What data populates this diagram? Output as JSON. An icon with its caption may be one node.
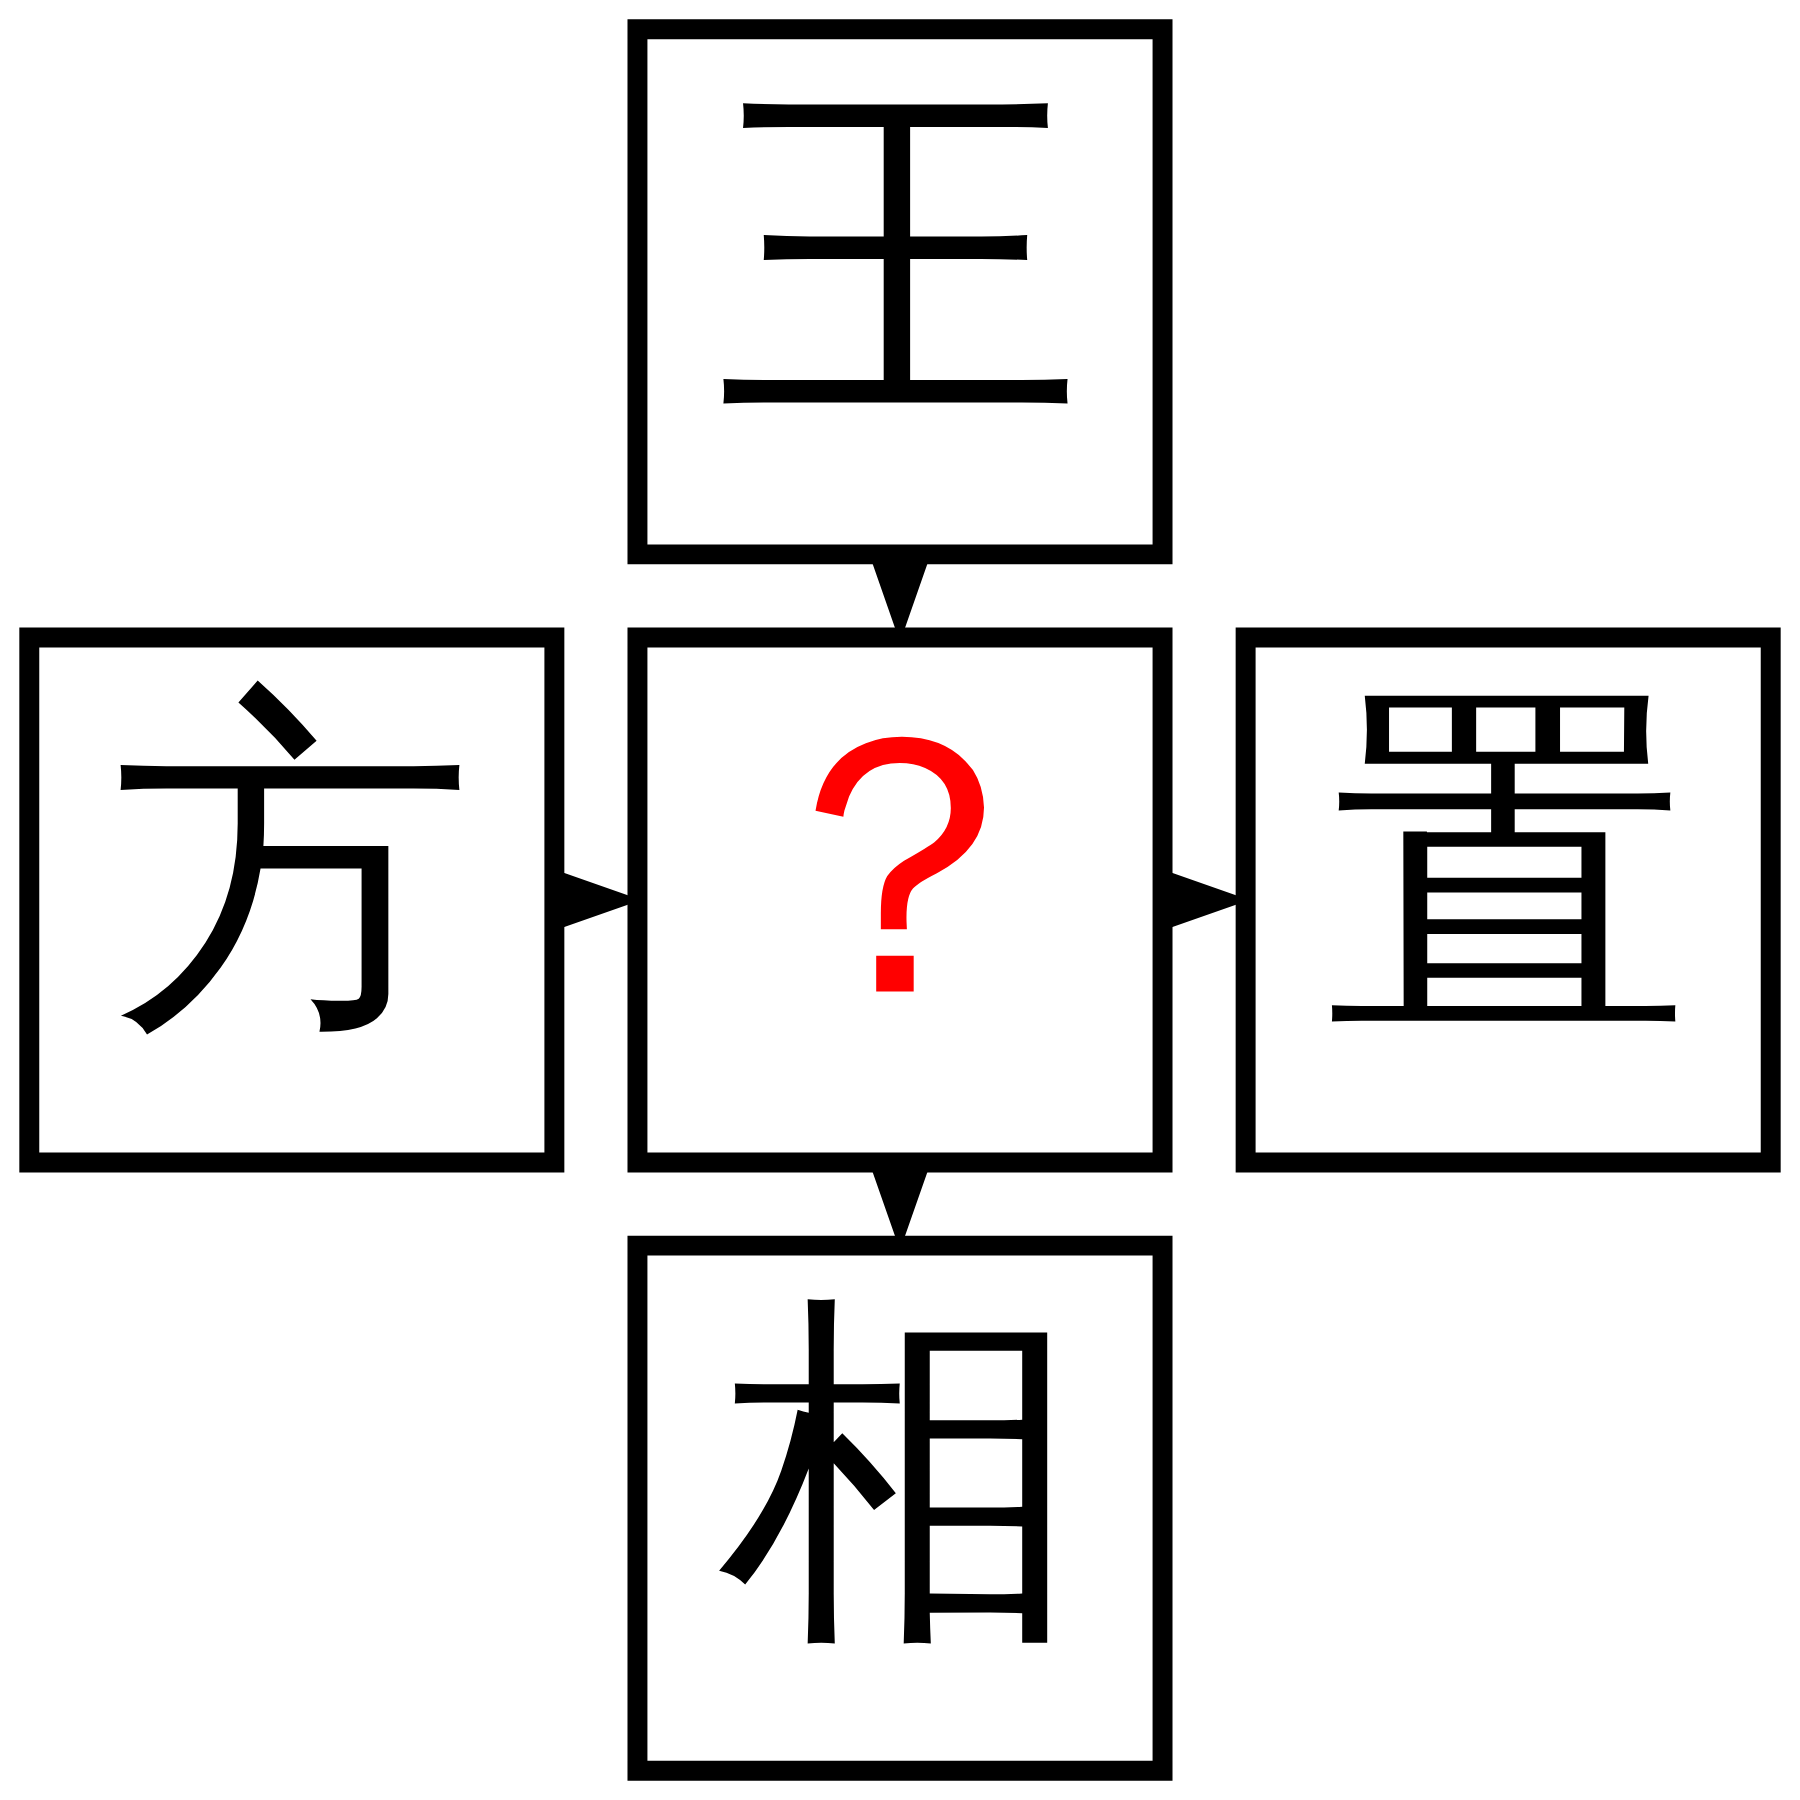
{
  "diagram": {
    "nodes": [
      {
        "text": [
          "王"
        ]
      },
      {
        "text": [
          "方"
        ]
      },
      {
        "text": [
          "？"
        ]
      },
      {
        "text": [
          "置"
        ]
      },
      {
        "text": [
          "相"
        ]
      }
    ],
    "edges": [
      {
        "from": 0,
        "to": 2,
        "arrow": "to"
      },
      {
        "from": 1,
        "to": 2,
        "arrow": "to"
      },
      {
        "from": 2,
        "to": 3,
        "arrow": "to"
      },
      {
        "from": 2,
        "to": 4,
        "arrow": "to"
      }
    ]
  }
}
